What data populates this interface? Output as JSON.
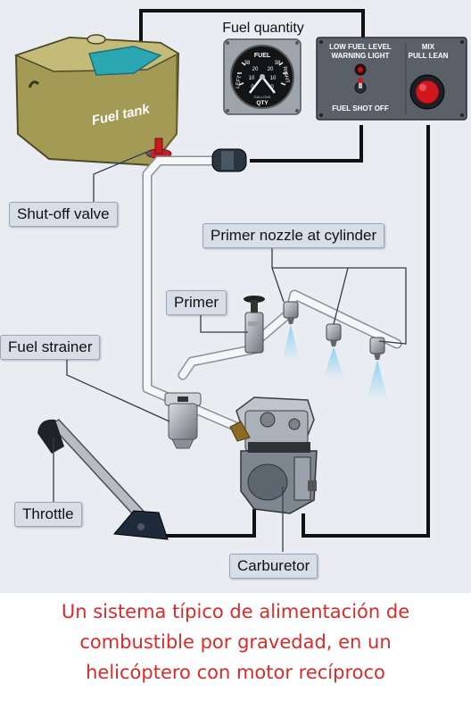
{
  "labels": {
    "fuel_tank": "Fuel tank",
    "fuel_quantity": "Fuel quantity",
    "shut_off_valve": "Shut-off valve",
    "primer_nozzle": "Primer nozzle at cylinder",
    "primer": "Primer",
    "fuel_strainer": "Fuel strainer",
    "throttle": "Throttle",
    "carburetor": "Carburetor"
  },
  "gauge": {
    "title": "FUEL",
    "left_label": "LEFT",
    "right_label": "RIGHT",
    "bottom_label": "QTY",
    "gallons_label": "GALLONS",
    "ticks": [
      "38",
      "30",
      "20",
      "10",
      "0",
      "38",
      "30",
      "20",
      "10",
      "0"
    ]
  },
  "control_panel": {
    "low_fuel_label_line1": "LOW FUEL LEVEL",
    "low_fuel_label_line2": "WARNING LIGHT",
    "mix_label_line1": "MIX",
    "mix_label_line2": "PULL LEAN",
    "shutoff_label": "FUEL SHOT OFF"
  },
  "caption": {
    "line1": "Un sistema típico de alimentación de",
    "line2": "combustible por gravedad, en un",
    "line3": "helicóptero con motor recíproco"
  },
  "colors": {
    "background": "#e9edf2",
    "caption": "#d92b2b",
    "tank_body": "#a39a55",
    "fuel_liquid": "#2aa7b3",
    "warning_red": "#d0171f",
    "spray_blue": "#8fd3f0"
  }
}
